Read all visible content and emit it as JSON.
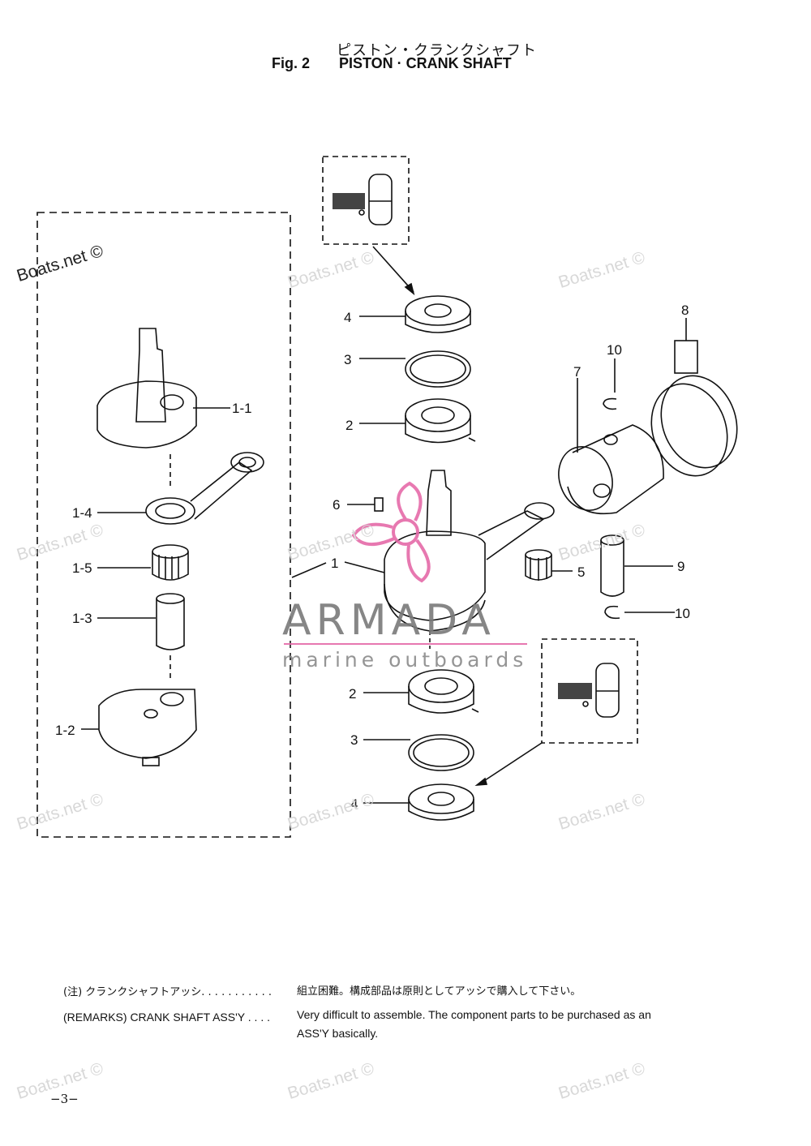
{
  "header": {
    "title_jp": "ピストン・クランクシャフト",
    "fig_label": "Fig. 2",
    "title_en": "PISTON · CRANK SHAFT"
  },
  "diagram": {
    "part_labels": {
      "p1_1": "1-1",
      "p1_4": "1-4",
      "p1_5": "1-5",
      "p1_3": "1-3",
      "p1_2": "1-2",
      "p1": "1",
      "p2_top": "2",
      "p2_bottom": "2",
      "p3_top": "3",
      "p3_bottom": "3",
      "p4_top": "4",
      "p4_bottom": "4",
      "p5": "5",
      "p6": "6",
      "p7": "7",
      "p8": "8",
      "p9": "9",
      "p10_top": "10",
      "p10_bottom": "10"
    }
  },
  "logo": {
    "name": "ARMADA",
    "tagline": "marine outboards",
    "accent_color": "#e56aa8"
  },
  "watermark": {
    "text": "Boats.net ©"
  },
  "remarks": {
    "jp_label": "(注) クランクシャフトアッシ. . . . . . . . . . .",
    "jp_text": "組立困難。構成部品は原則としてアッシで購入して下さい。",
    "en_label": "(REMARKS) CRANK SHAFT ASS'Y . . . .",
    "en_text_line1": "Very difficult to assemble. The component parts to be purchased as an",
    "en_text_line2": "ASS'Y basically."
  },
  "page_number": "−3−"
}
